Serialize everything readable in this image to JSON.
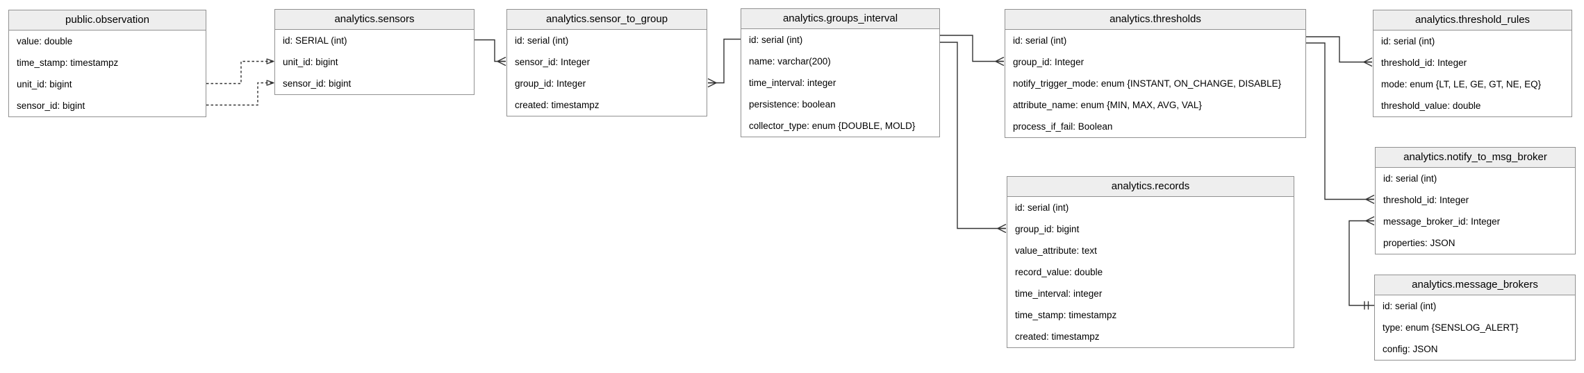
{
  "diagram": {
    "colors": {
      "background": "#ffffff",
      "table_border": "#919191",
      "header_bg": "#eeeeee",
      "text": "#000000",
      "line": "#333333"
    },
    "tables": [
      {
        "title": "public.observation",
        "fields": [
          "value: double",
          "time_stamp: timestampz",
          "unit_id: bigint",
          "sensor_id: bigint"
        ]
      },
      {
        "title": "analytics.sensors",
        "fields": [
          "id: SERIAL (int)",
          "unit_id: bigint",
          "sensor_id: bigint"
        ]
      },
      {
        "title": "analytics.sensor_to_group",
        "fields": [
          "id: serial (int)",
          "sensor_id: Integer",
          "group_id: Integer",
          "created: timestampz"
        ]
      },
      {
        "title": "analytics.groups_interval",
        "fields": [
          "id: serial (int)",
          "name: varchar(200)",
          "time_interval: integer",
          "persistence: boolean",
          "collector_type: enum {DOUBLE, MOLD}"
        ]
      },
      {
        "title": "analytics.thresholds",
        "fields": [
          "id: serial (int)",
          "group_id: Integer",
          "notify_trigger_mode: enum {INSTANT, ON_CHANGE, DISABLE}",
          "attribute_name: enum {MIN, MAX, AVG, VAL}",
          "process_if_fail: Boolean"
        ]
      },
      {
        "title": "analytics.threshold_rules",
        "fields": [
          "id: serial (int)",
          "threshold_id: Integer",
          "mode: enum {LT, LE, GE, GT, NE, EQ}",
          "threshold_value: double"
        ]
      },
      {
        "title": "analytics.records",
        "fields": [
          "id: serial (int)",
          "group_id: bigint",
          "value_attribute: text",
          "record_value: double",
          "time_interval: integer",
          "time_stamp: timestampz",
          "created: timestampz"
        ]
      },
      {
        "title": "analytics.notify_to_msg_broker",
        "fields": [
          "id: serial (int)",
          "threshold_id: Integer",
          "message_broker_id: Integer",
          "properties: JSON"
        ]
      },
      {
        "title": "analytics.message_brokers",
        "fields": [
          "id: serial (int)",
          "type: enum {SENSLOG_ALERT}",
          "config: JSON"
        ]
      }
    ],
    "relationships": [
      {
        "from": "public.observation.unit_id",
        "to": "analytics.sensors.unit_id",
        "style": "dashed-arrow"
      },
      {
        "from": "public.observation.sensor_id",
        "to": "analytics.sensors.sensor_id",
        "style": "dashed-arrow"
      },
      {
        "from": "analytics.sensors.id",
        "to": "analytics.sensor_to_group.sensor_id",
        "style": "crow-foot-at-target"
      },
      {
        "from": "analytics.groups_interval.id",
        "to": "analytics.sensor_to_group.group_id",
        "style": "crow-foot-at-target"
      },
      {
        "from": "analytics.groups_interval.id",
        "to": "analytics.thresholds.group_id",
        "style": "crow-foot-at-target"
      },
      {
        "from": "analytics.groups_interval.id",
        "to": "analytics.records.group_id",
        "style": "crow-foot-at-target"
      },
      {
        "from": "analytics.thresholds.id",
        "to": "analytics.threshold_rules.threshold_id",
        "style": "crow-foot-at-target"
      },
      {
        "from": "analytics.thresholds.id",
        "to": "analytics.notify_to_msg_broker.threshold_id",
        "style": "crow-foot-at-target"
      },
      {
        "from": "analytics.message_brokers.id",
        "to": "analytics.notify_to_msg_broker.message_broker_id",
        "style": "one-tick-at-source-crow-foot-at-target"
      }
    ]
  }
}
